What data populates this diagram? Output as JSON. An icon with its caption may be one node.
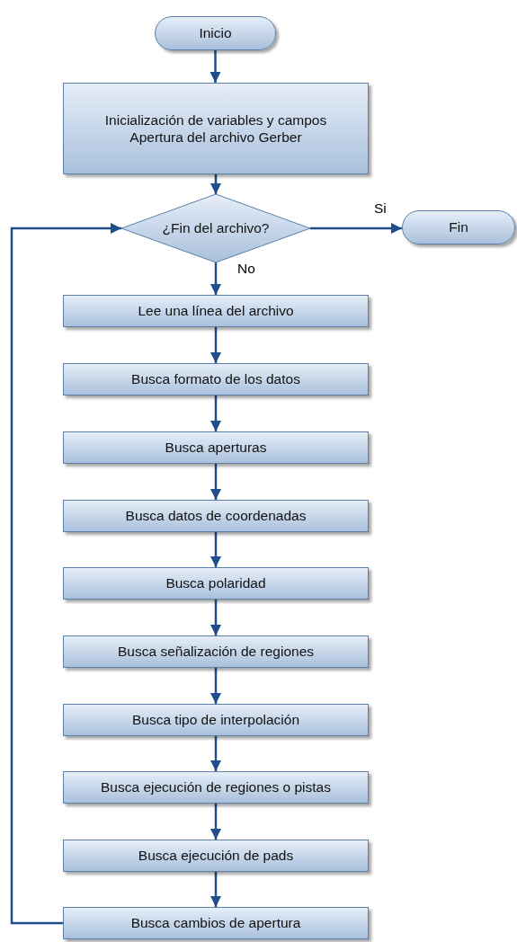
{
  "diagram": {
    "nodes": [
      {
        "text": [
          "Inicio"
        ]
      },
      {
        "text": [
          "Inicialización de variables y campos",
          "Apertura del archivo Gerber"
        ]
      },
      {
        "text": [
          "¿Fin del archivo?"
        ]
      },
      {
        "text": [
          "Fin"
        ]
      },
      {
        "text": [
          "Lee una línea del archivo"
        ]
      },
      {
        "text": [
          "Busca formato de los datos"
        ]
      },
      {
        "text": [
          "Busca aperturas"
        ]
      },
      {
        "text": [
          "Busca datos de coordenadas"
        ]
      },
      {
        "text": [
          "Busca polaridad"
        ]
      },
      {
        "text": [
          "Busca señalización de regiones"
        ]
      },
      {
        "text": [
          "Busca tipo de interpolación"
        ]
      },
      {
        "text": [
          "Busca ejecución de regiones o pistas"
        ]
      },
      {
        "text": [
          "Busca ejecución de pads"
        ]
      },
      {
        "text": [
          "Busca cambios de apertura"
        ]
      }
    ],
    "edges": [
      {
        "from": 0,
        "to": 1,
        "arrow": "to"
      },
      {
        "from": 1,
        "to": 2,
        "arrow": "to"
      },
      {
        "from": 2,
        "to": 3,
        "arrow": "to",
        "label": "Si"
      },
      {
        "from": 2,
        "to": 4,
        "arrow": "to",
        "label": "No"
      },
      {
        "from": 4,
        "to": 5,
        "arrow": "to"
      },
      {
        "from": 5,
        "to": 6,
        "arrow": "to"
      },
      {
        "from": 6,
        "to": 7,
        "arrow": "to"
      },
      {
        "from": 7,
        "to": 8,
        "arrow": "to"
      },
      {
        "from": 8,
        "to": 9,
        "arrow": "to"
      },
      {
        "from": 9,
        "to": 10,
        "arrow": "to"
      },
      {
        "from": 10,
        "to": 11,
        "arrow": "to"
      },
      {
        "from": 11,
        "to": 12,
        "arrow": "to"
      },
      {
        "from": 12,
        "to": 13,
        "arrow": "to"
      },
      {
        "from": 13,
        "to": 2,
        "arrow": "to"
      }
    ]
  }
}
